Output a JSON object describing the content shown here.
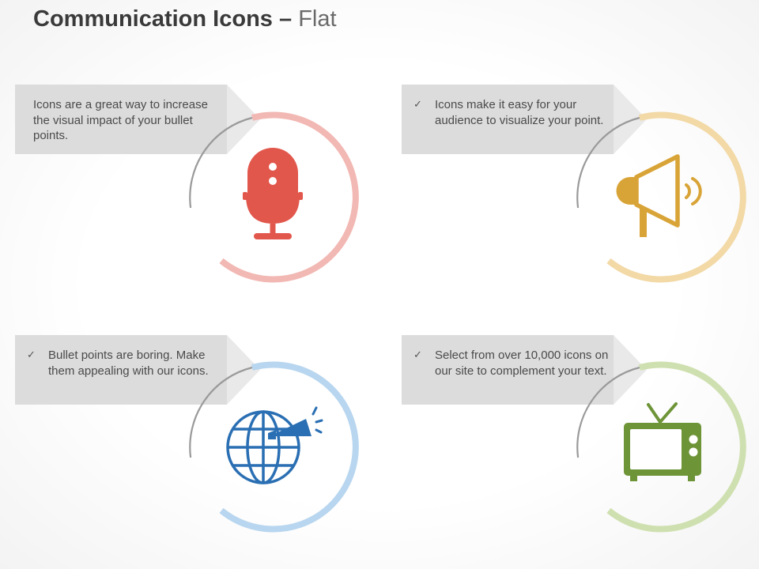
{
  "header": {
    "title": "Communication Icons",
    "dash": "–",
    "subtitle": "Flat"
  },
  "items": [
    {
      "text": "Icons are a great way to increase the visual impact of your bullet points.",
      "checkmark": "",
      "icon": "microphone-icon",
      "color": "#e2574c",
      "ring_color": "#f2b8b3"
    },
    {
      "text": "Icons make it easy for your audience to visualize your point.",
      "checkmark": "✓",
      "icon": "megaphone-icon",
      "color": "#d9a437",
      "ring_color": "#f2d9a6"
    },
    {
      "text": "Bullet points are boring. Make them appealing with our icons.",
      "checkmark": "✓",
      "icon": "globe-megaphone-icon",
      "color": "#2a6fb3",
      "ring_color": "#b8d6ef"
    },
    {
      "text": "Select from over 10,000 icons on our site to complement your text.",
      "checkmark": "✓",
      "icon": "television-icon",
      "color": "#6e9438",
      "ring_color": "#cfe0b0"
    }
  ]
}
